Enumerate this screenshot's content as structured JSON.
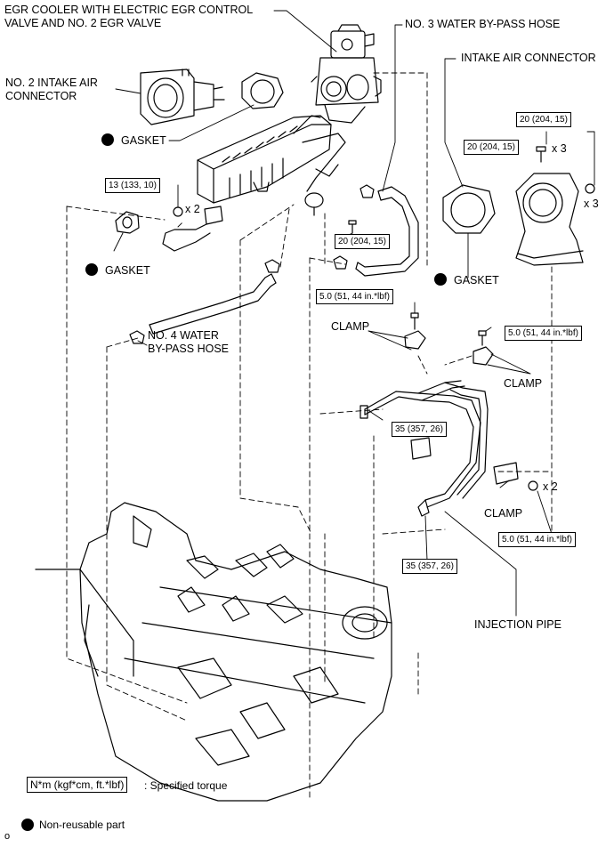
{
  "labels": {
    "egr_cooler": "EGR COOLER WITH ELECTRIC EGR CONTROL\nVALVE AND NO. 2 EGR VALVE",
    "water_hose_3": "NO. 3 WATER BY-PASS HOSE",
    "intake_connector": "INTAKE AIR CONNECTOR",
    "intake_connector_2": "NO. 2 INTAKE AIR\nCONNECTOR",
    "gasket_top": "GASKET",
    "gasket_left": "GASKET",
    "gasket_right": "GASKET",
    "water_hose_4": "NO. 4 WATER\nBY-PASS HOSE",
    "clamp_left": "CLAMP",
    "clamp_right": "CLAMP",
    "clamp_lower": "CLAMP",
    "injection_pipe": "INJECTION PIPE"
  },
  "torques": {
    "t_13": "13 (133, 10)",
    "t_20_center": "20 (204, 15)",
    "t_20_right_top": "20 (204, 15)",
    "t_20_right_mid": "20 (204, 15)",
    "t_5_left": "5.0 (51, 44 in.*lbf)",
    "t_5_right": "5.0 (51, 44 in.*lbf)",
    "t_5_lower": "5.0 (51, 44 in.*lbf)",
    "t_35_upper": "35 (357, 26)",
    "t_35_lower": "35 (357, 26)"
  },
  "quantities": {
    "q_x2_left": "x 2",
    "q_x3_bolt": "x 3",
    "q_x3_nut": "x 3",
    "q_x2_lower": "x 2"
  },
  "legend": {
    "torque_box": "N*m (kgf*cm, ft.*lbf)",
    "torque_text": ": Specified torque",
    "nonreusable_text": "Non-reusable part"
  },
  "corner_mark": "o"
}
